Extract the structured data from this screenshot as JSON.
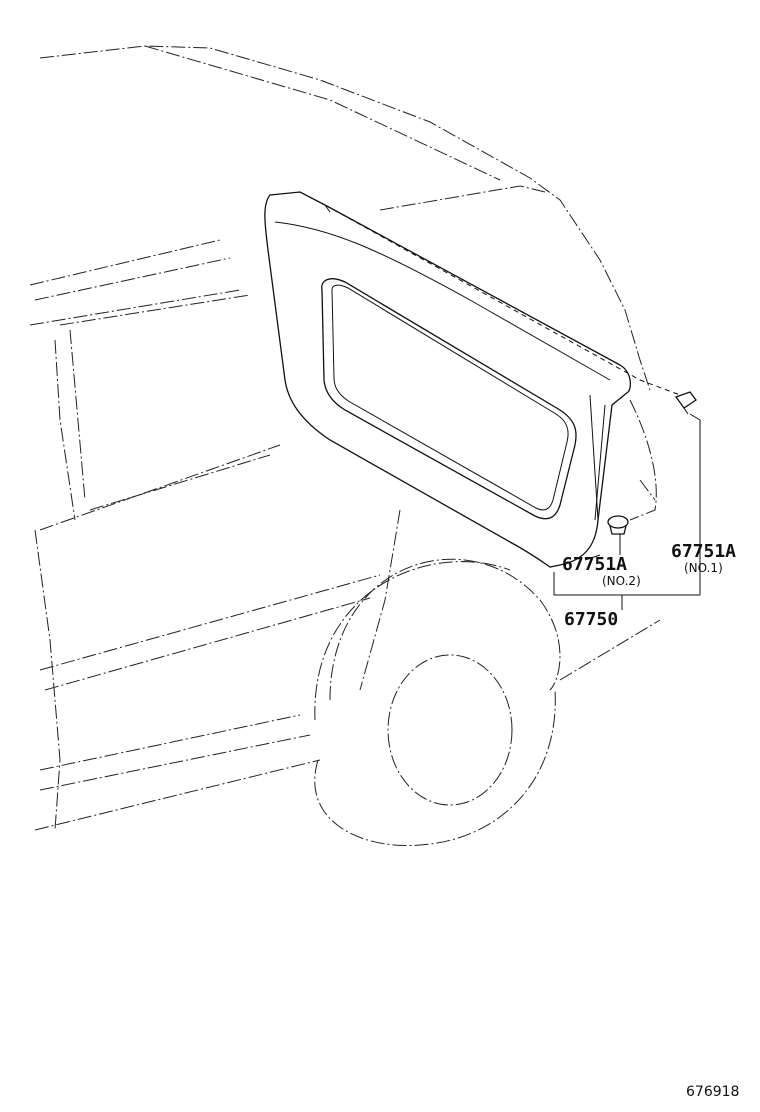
{
  "callouts": {
    "clip_no1": {
      "part_number": "67751A",
      "sub_label": "(NO.1)"
    },
    "clip_no2": {
      "part_number": "67751A",
      "sub_label": "(NO.2)"
    },
    "trim_panel": {
      "part_number": "67750"
    }
  },
  "figure_reference": "676918",
  "line_color": "#111111",
  "background_color": "#ffffff"
}
